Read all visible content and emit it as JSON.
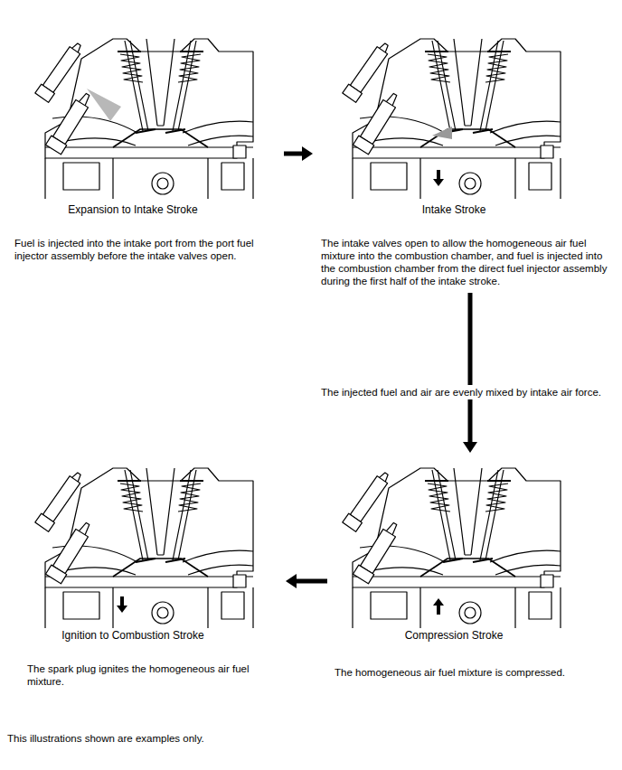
{
  "diagram": {
    "nodes": [
      {
        "text": [
          "Expansion to Intake Stroke",
          "Fuel is injected into the intake port from the port fuel injector assembly before the intake valves open."
        ]
      },
      {
        "text": [
          "Intake Stroke",
          "The intake valves open to allow the homogeneous air fuel mixture into the combustion chamber, and fuel is injected into the combustion chamber from the direct fuel injector assembly during the first half of the intake stroke."
        ]
      },
      {
        "text": [
          "Ignition to Combustion Stroke",
          "The spark plug ignites the homogeneous air fuel mixture."
        ]
      },
      {
        "text": [
          "Compression Stroke",
          "The homogeneous air fuel mixture is compressed."
        ]
      }
    ],
    "edges": [
      {
        "from": 0,
        "to": 1,
        "arrow": "to"
      },
      {
        "from": 1,
        "to": 3,
        "label": "The injected fuel and air are evenly mixed by intake air force.",
        "arrow": "to"
      },
      {
        "from": 3,
        "to": 2,
        "arrow": "to"
      }
    ],
    "labels": [
      "This illustrations shown are examples only."
    ]
  }
}
